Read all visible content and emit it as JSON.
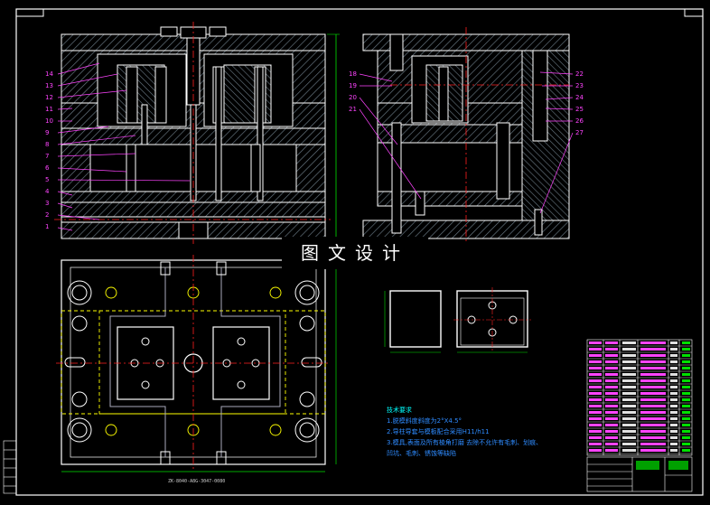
{
  "watermark": "图文设计",
  "tech_notes": {
    "title": "技术要求",
    "lines": [
      "1.脱模斜度斜度为2°X4.5°",
      "2.导柱导套与模板配合采用H11/h11",
      "3.模具,表面及所有棱角打磨 去除不允许有毛刺、划痕、",
      "   凹坑、毛刺、锈蚀等缺陷"
    ]
  },
  "caption": "ZK-8040-A8G-3047-0080",
  "part_labels_left": [
    "14",
    "13",
    "12",
    "11",
    "10",
    "9",
    "8",
    "7",
    "6",
    "5",
    "4",
    "3",
    "2",
    "1"
  ],
  "part_labels_right": [
    "18",
    "19",
    "20",
    "21"
  ],
  "part_labels_far_right": [
    "22",
    "23",
    "24",
    "25",
    "26",
    "27"
  ],
  "colors": {
    "background": "#000000",
    "outline": "#ffffff",
    "hatch": "#5f6f7a",
    "centerline": "#ff2020",
    "leader": "#ff44ff",
    "dimension": "#00e000",
    "hidden": "#ffff00",
    "notes": "#2e8bff"
  }
}
